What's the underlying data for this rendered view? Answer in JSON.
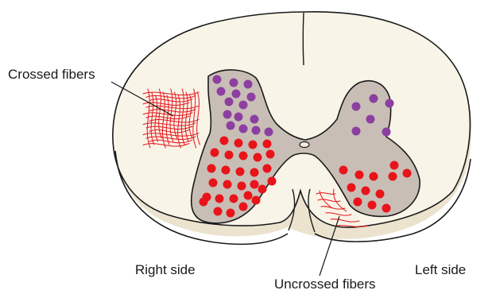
{
  "labels": {
    "crossed": "Crossed fibers",
    "uncrossed": "Uncrossed fibers",
    "right_side": "Right side",
    "left_side": "Left side"
  },
  "colors": {
    "cord_fill": "#f8f4e8",
    "cord_rim": "#ece3cf",
    "gray_matter": "#c8beb6",
    "outline": "#1a1a1a",
    "purple_dot": "#8c3fa0",
    "red_dot": "#e8141a",
    "fiber": "#e8141a"
  },
  "dot_groups": {
    "right_purple_count": 15,
    "right_red_count": 29,
    "left_purple_count": 6,
    "left_red_count": 12
  }
}
